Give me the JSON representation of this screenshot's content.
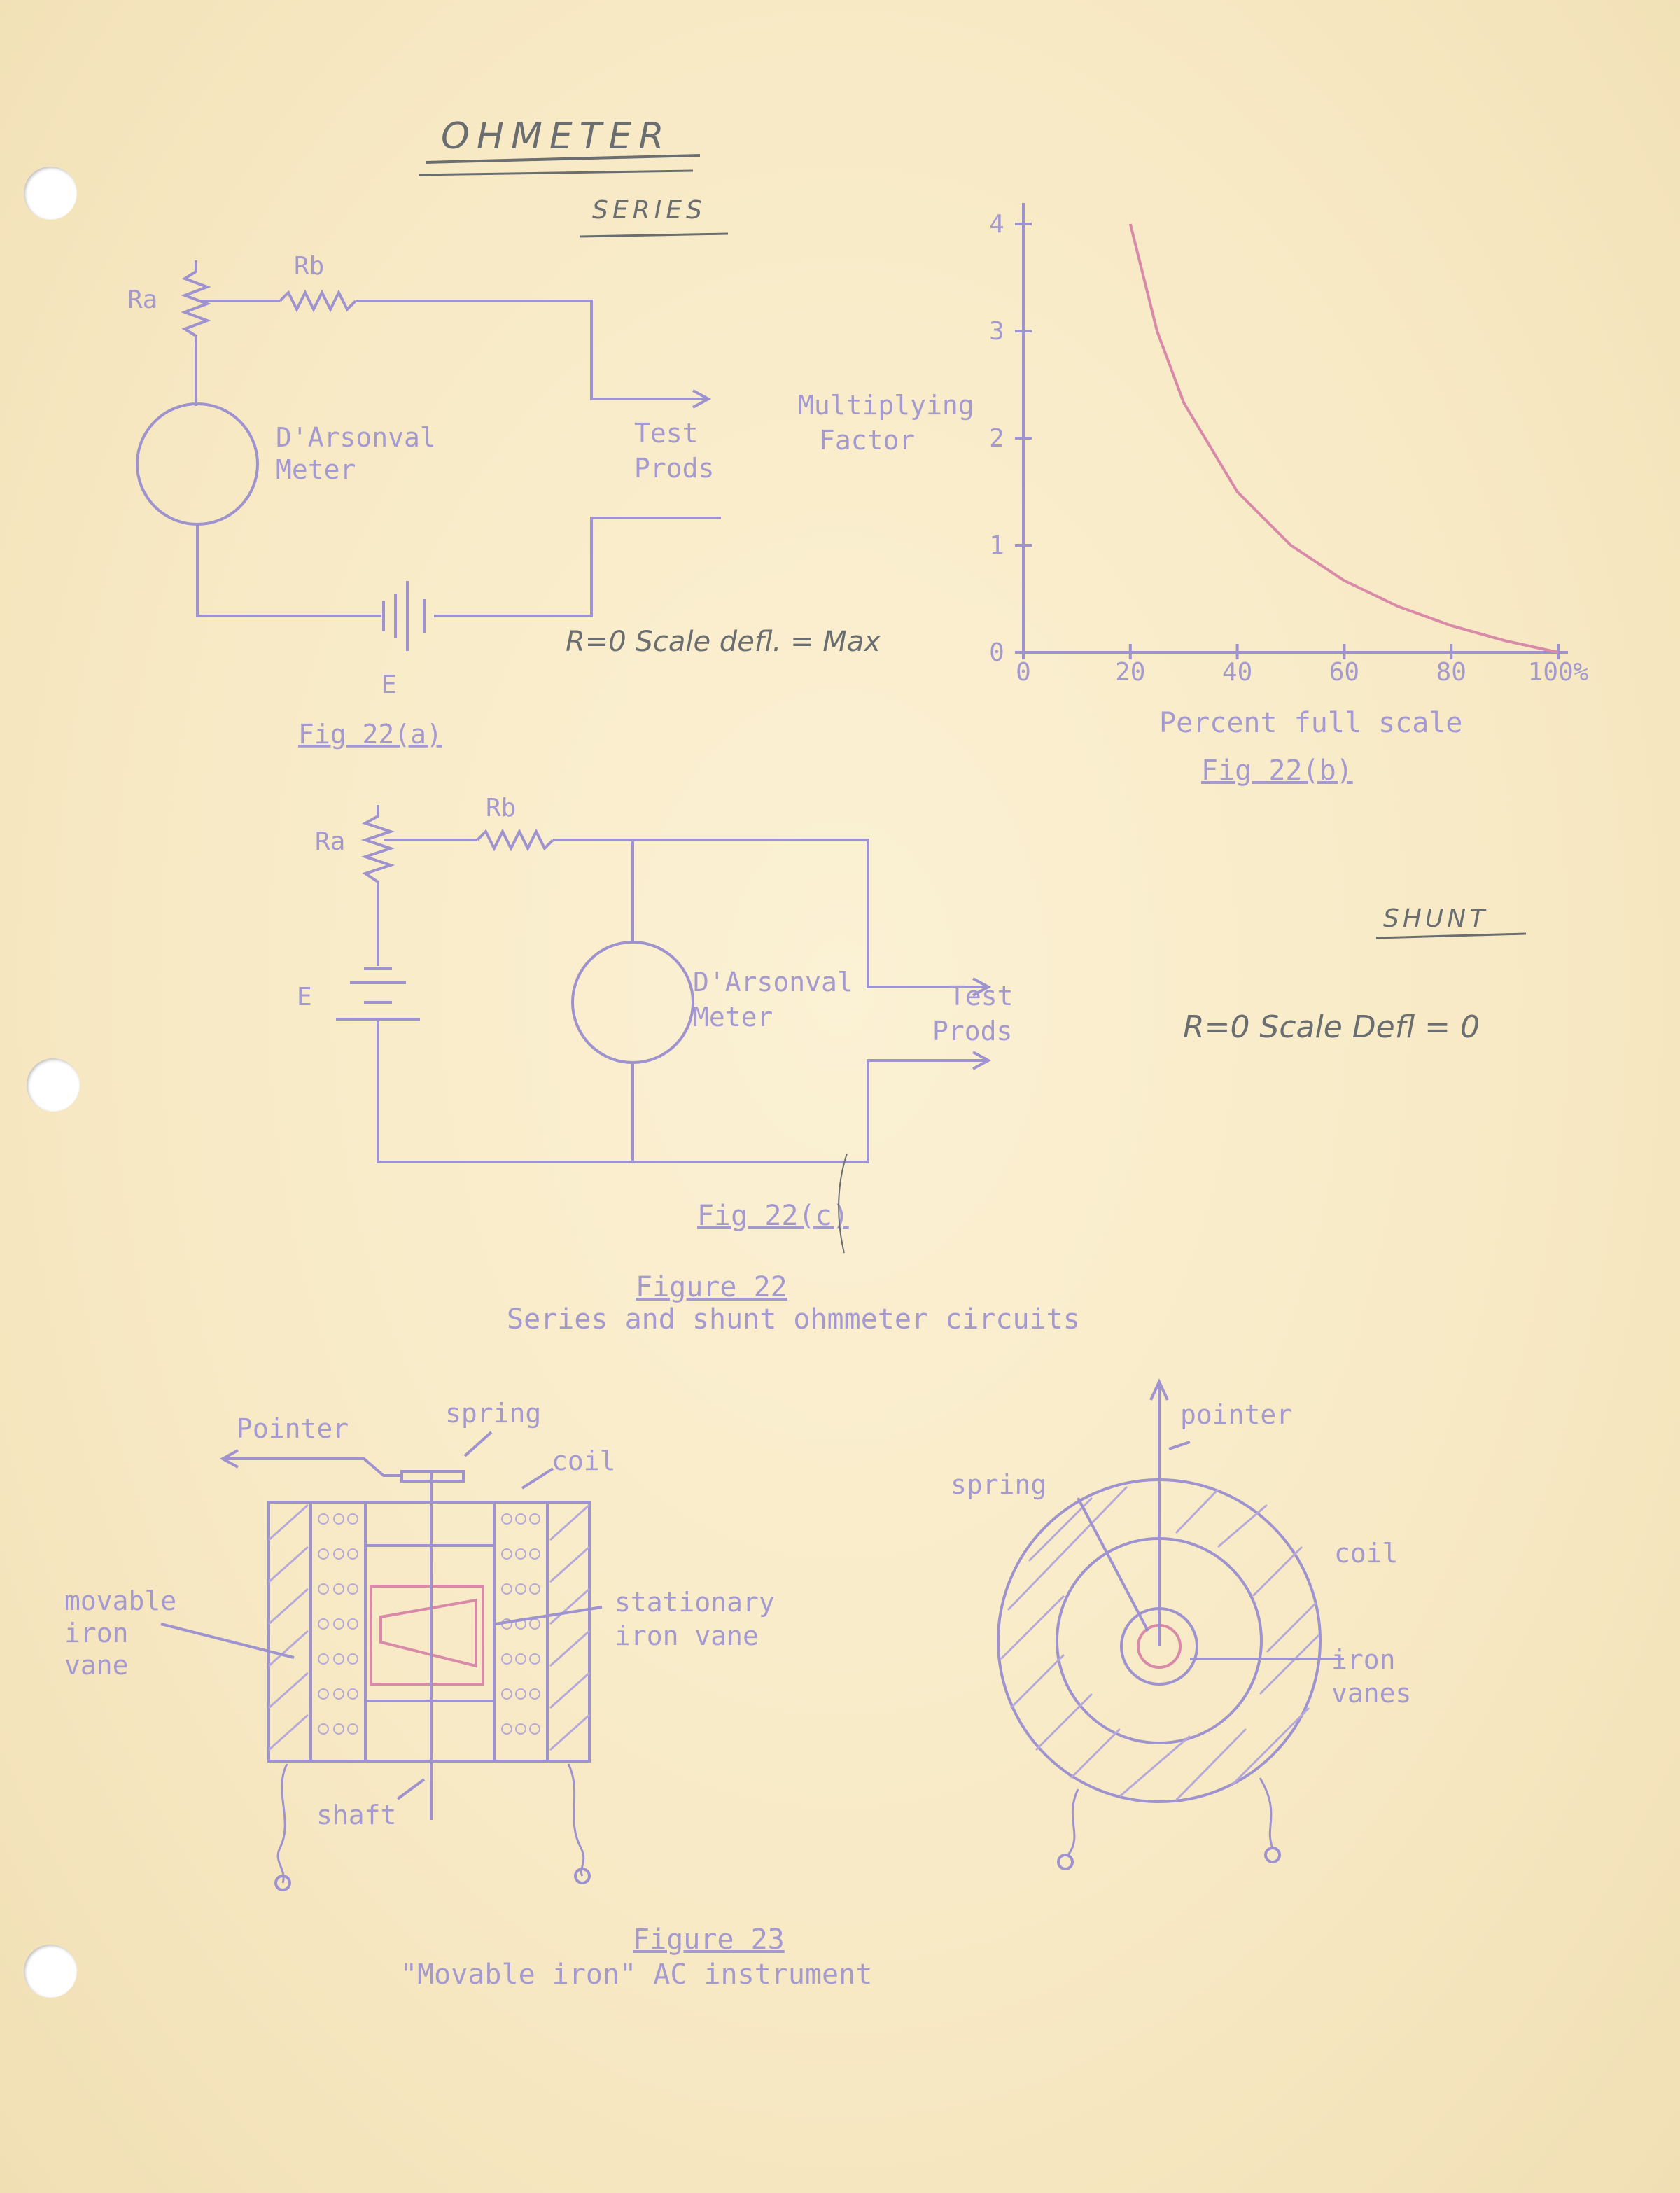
{
  "colors": {
    "paper": "#f8ecc8",
    "typewriter_ink": "#a59ad0",
    "pencil": "#6b6e70",
    "red_ink": "#d88aa8"
  },
  "handwritten": {
    "title": "OHMETER",
    "series": "SERIES",
    "series_note": "R=0 Scale defl. = Max",
    "shunt": "SHUNT",
    "shunt_note": "R=0 Scale Defl = 0"
  },
  "fig22a": {
    "ra": "Ra",
    "rb": "Rb",
    "meter_line1": "D'Arsonval",
    "meter_line2": "Meter",
    "test_line1": "Test",
    "test_line2": "Prods",
    "battery": "E",
    "caption": "Fig 22(a)"
  },
  "fig22b": {
    "ylabel_line1": "Multiplying",
    "ylabel_line2": "Factor",
    "xlabel": "Percent full scale",
    "caption": "Fig 22(b)"
  },
  "fig22c": {
    "ra": "Ra",
    "rb": "Rb",
    "battery": "E",
    "meter_line1": "D'Arsonval",
    "meter_line2": "Meter",
    "test_line1": "Test",
    "test_line2": "Prods",
    "caption": "Fig 22(c)"
  },
  "figure22": {
    "title": "Figure 22",
    "subtitle": "Series and shunt ohmmeter circuits"
  },
  "fig23_left": {
    "pointer": "Pointer",
    "spring": "spring",
    "coil": "coil",
    "movable_line1": "movable",
    "movable_line2": "iron",
    "movable_line3": "vane",
    "stationary_line1": "stationary",
    "stationary_line2": "iron vane",
    "shaft": "shaft"
  },
  "fig23_right": {
    "pointer": "pointer",
    "spring": "spring",
    "coil": "coil",
    "vanes_line1": "iron",
    "vanes_line2": "vanes"
  },
  "figure23": {
    "title": "Figure 23",
    "subtitle": "\"Movable iron\" AC instrument"
  },
  "chart_data": {
    "type": "line",
    "title": "",
    "xlabel": "Percent full scale",
    "ylabel": "Multiplying Factor",
    "xlim": [
      0,
      100
    ],
    "ylim": [
      0,
      4
    ],
    "x_ticks": [
      "0",
      "20",
      "40",
      "60",
      "80",
      "100%"
    ],
    "y_ticks": [
      "0",
      "1",
      "2",
      "3",
      "4"
    ],
    "grid": false,
    "series": [
      {
        "x": [
          20,
          25,
          30,
          40,
          50,
          60,
          70,
          80,
          90,
          100
        ],
        "y": [
          4.0,
          3.0,
          2.33,
          1.5,
          1.0,
          0.67,
          0.43,
          0.25,
          0.11,
          0.0
        ]
      }
    ]
  }
}
